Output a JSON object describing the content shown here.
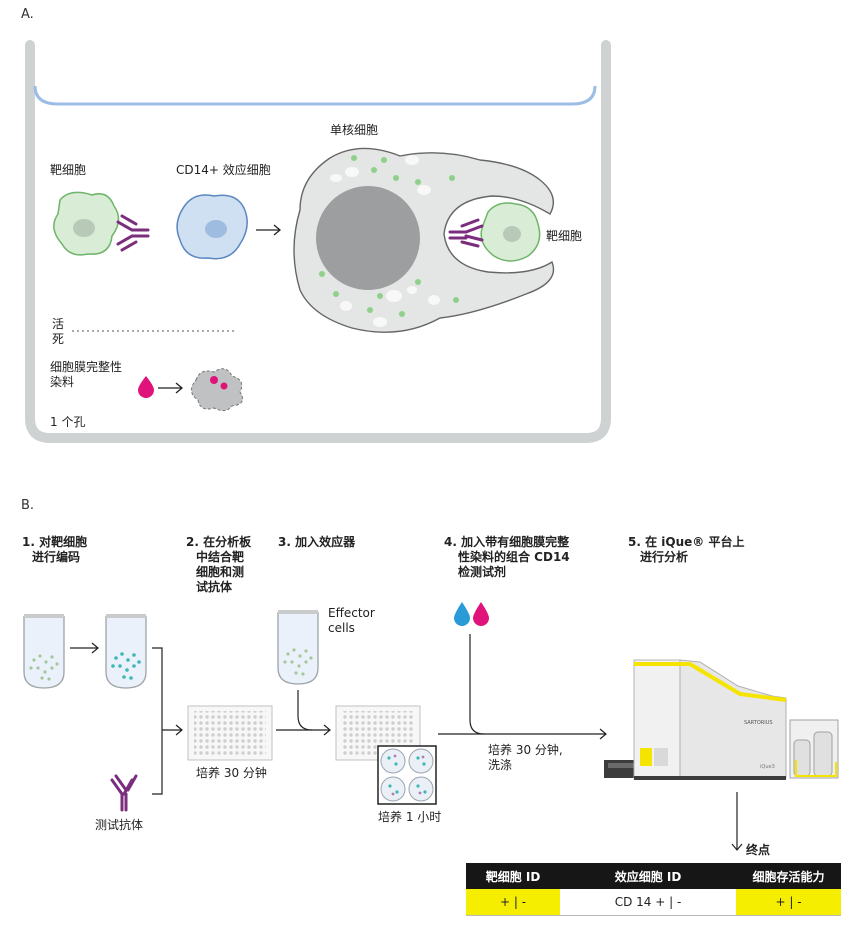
{
  "panel_a": {
    "label": "A.",
    "monocyte": "单核细胞",
    "target_cell": "靶细胞",
    "effector": "CD14+ 效应细胞",
    "target_cell_right": "靶细胞",
    "live": "活",
    "dead": "死",
    "dye_line1": "细胞膜完整性",
    "dye_line2": "染料",
    "well": "1 个孔"
  },
  "panel_b": {
    "label": "B.",
    "step1": [
      "1. 对靶细胞",
      "进行编码"
    ],
    "step2": [
      "2. 在分析板",
      "中结合靶",
      "细胞和测",
      "试抗体"
    ],
    "step3": [
      "3. 加入效应器"
    ],
    "step4": [
      "4. 加入带有细胞膜完整",
      "性染料的组合 CD14",
      "检测试剂"
    ],
    "step5": [
      "5. 在 iQue® 平台上",
      "进行分析"
    ],
    "effector_cells": [
      "Effector",
      "cells"
    ],
    "incubate_30": "培养 30 分钟",
    "incubate_1h": "培养 1 小时",
    "incubate_wash": [
      "培养 30 分钟,",
      "洗涤"
    ],
    "test_antibody": "测试抗体",
    "endpoint": "终点",
    "instrument_brand": "SARTORIUS",
    "instrument_model": "iQue3"
  },
  "table": {
    "headers": [
      "靶细胞 ID",
      "效应细胞 ID",
      "细胞存活能力"
    ],
    "row": [
      "+ | -",
      "CD 14 + | -",
      "+ | -"
    ]
  },
  "colors": {
    "well_border": "#cfd2d3",
    "medium_line": "#9cbde6",
    "target_green": "#d9ecd5",
    "effector_blue": "#cfe0f2",
    "monocyte_gray": "#e4e6e6",
    "antibody_purple": "#7b2d7e",
    "dye_magenta": "#e0137a",
    "dye_cyan": "#2a9bd6",
    "highlight_yellow": "#f5ee00"
  }
}
